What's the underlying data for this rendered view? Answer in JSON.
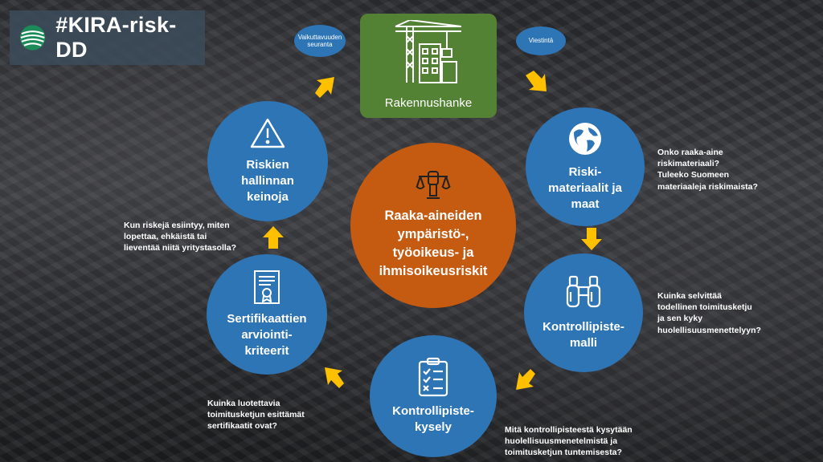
{
  "logo": {
    "text": "#KIRA-risk-DD",
    "icon": "globe-leaf-logo"
  },
  "project": {
    "label": "Rakennushanke",
    "icon": "construction-crane-icon",
    "color": "#548235"
  },
  "center": {
    "label": "Raaka-aineiden\nympäristö-,\ntyöoikeus- ja\nihmisoikeusriskit",
    "icon": "justice-fist-icon",
    "color": "#c55a11"
  },
  "bubbles": {
    "left": "Vaikuttavuuden\nseuranta",
    "right": "Viestintä"
  },
  "nodes": [
    {
      "label": "Riski-\nmateriaalit ja\nmaat",
      "icon": "globe-icon",
      "question": "Onko raaka-aine\nriskimateriaali?\nTuleeko Suomeen\nmateriaaleja riskimaista?"
    },
    {
      "label": "Kontrollipiste-\nmalli",
      "icon": "binoculars-icon",
      "question": "Kuinka selvittää\ntodellinen toimitusketju\nja sen kyky\nhuolellisuusmenettelyyn?"
    },
    {
      "label": "Kontrollipiste-\nkysely",
      "icon": "checklist-icon",
      "question": "Mitä kontrollipisteestä kysytään\nhuolellisuusmenetelmistä ja\ntoimitusketjun tuntemisesta?"
    },
    {
      "label": "Sertifikaattien\narviointi-\nkriteerit",
      "icon": "certificate-icon",
      "question": "Kuinka luotettavia\ntoimitusketjun esittämät\nsertifikaatit ovat?"
    },
    {
      "label": "Riskien\nhallinnan\nkeinoja",
      "icon": "warning-icon",
      "question": "Kun riskejä esiintyy, miten\nlopettaa, ehkäistä tai\nlieventää niitä yritystasolla?"
    }
  ],
  "colors": {
    "node": "#2e75b6",
    "arrow": "#ffc000"
  }
}
